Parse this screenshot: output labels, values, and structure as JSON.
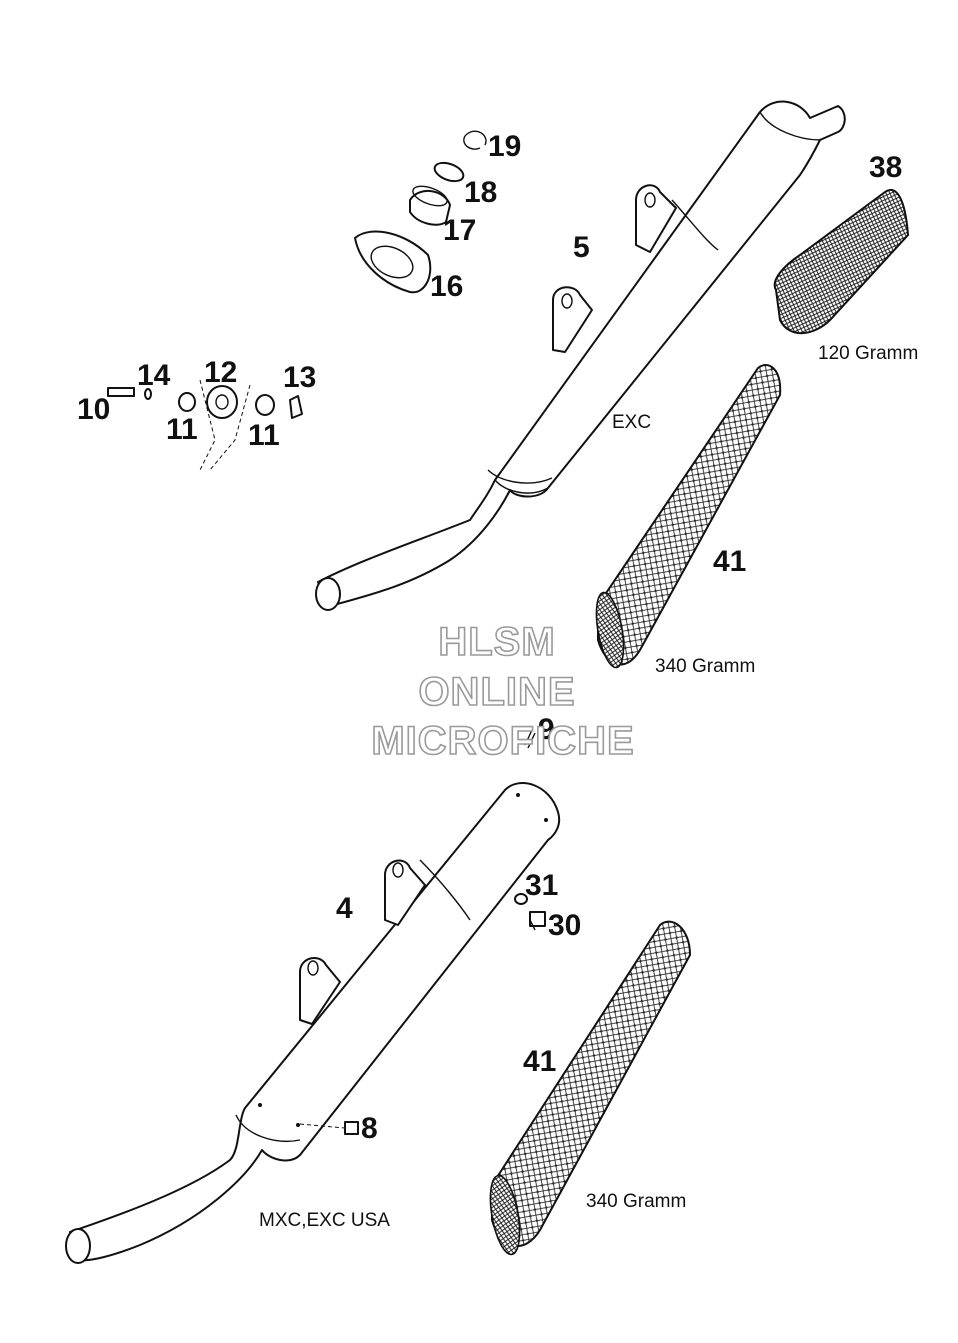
{
  "diagram": {
    "callouts": {
      "c19": "19",
      "c18": "18",
      "c17": "17",
      "c16": "16",
      "c5": "5",
      "c38": "38",
      "c14": "14",
      "c12": "12",
      "c13": "13",
      "c10": "10",
      "c11a": "11",
      "c11b": "11",
      "c41a": "41",
      "c9": "9",
      "c31": "31",
      "c30": "30",
      "c4": "4",
      "c41b": "41",
      "c8": "8"
    },
    "notes": {
      "weight_38": "120 Gramm",
      "exc": "EXC",
      "weight_41a": "340 Gramm",
      "weight_41b": "340 Gramm",
      "mxc": "MXC,EXC USA"
    },
    "watermark": {
      "line1": "HLSM",
      "line2": "ONLINE",
      "line3": "MICROFICHE"
    }
  }
}
